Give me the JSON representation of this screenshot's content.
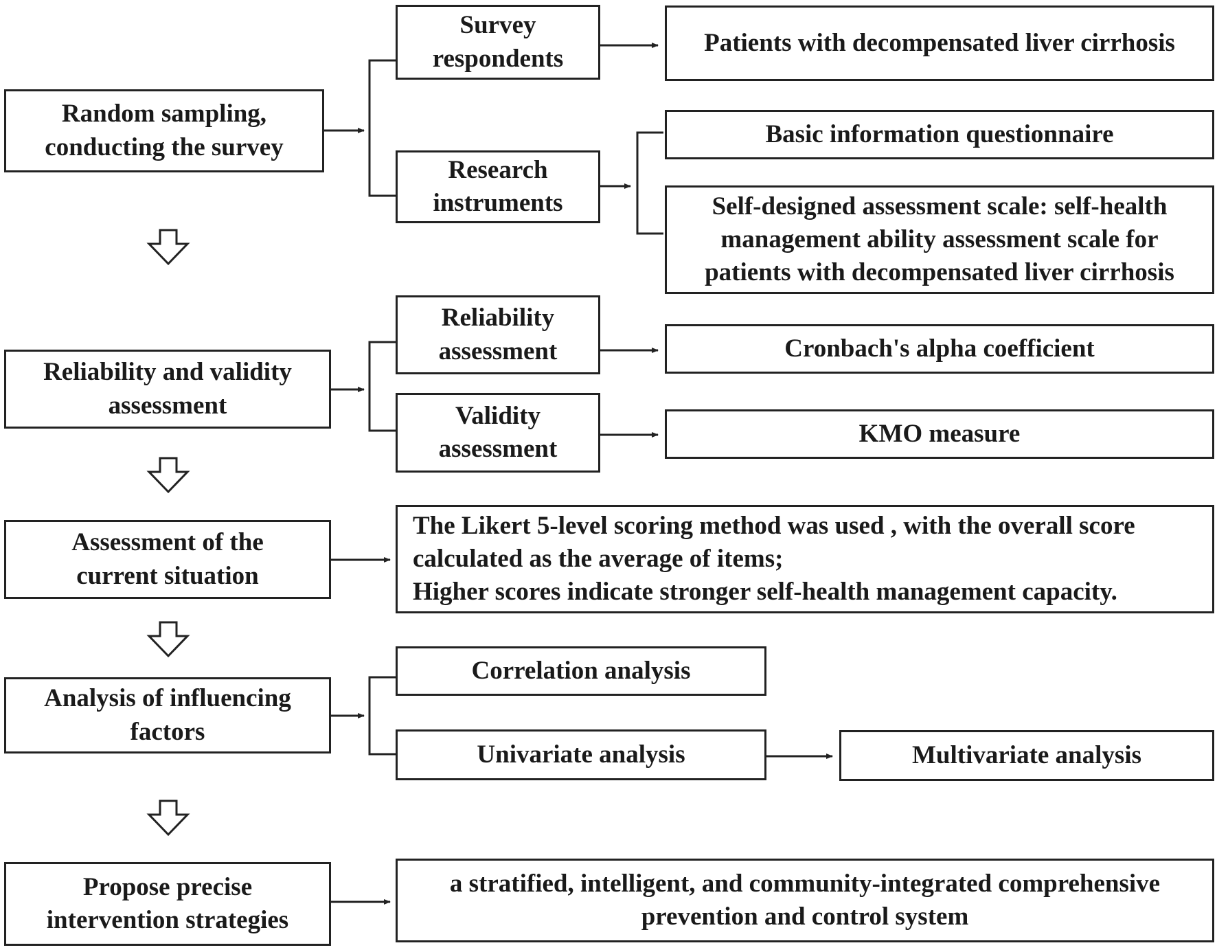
{
  "colors": {
    "line": "#222222",
    "text": "#1a1a1a",
    "background": "#ffffff"
  },
  "steps": {
    "s1": {
      "label": "Random sampling,\nconducting the survey"
    },
    "s2": {
      "label": "Reliability and validity\nassessment"
    },
    "s3": {
      "label": "Assessment of the\ncurrent situation"
    },
    "s4": {
      "label": "Analysis of influencing\nfactors"
    },
    "s5": {
      "label": "Propose precise\nintervention strategies"
    }
  },
  "sub": {
    "survey_respondents": "Survey\nrespondents",
    "research_instruments": "Research\ninstruments",
    "reliability_assessment": "Reliability\nassessment",
    "validity_assessment": "Validity\nassessment",
    "likert": "The Likert 5-level scoring method was used , with the overall score\ncalculated as the average of items;\nHigher scores indicate stronger self-health management capacity.",
    "correlation": "Correlation analysis",
    "univariate": "Univariate analysis",
    "strategy": "a stratified, intelligent, and community-integrated comprehensive\nprevention and control system"
  },
  "detail": {
    "patients": "Patients with decompensated liver cirrhosis",
    "basic_info": "Basic information questionnaire",
    "scale": "Self-designed assessment scale: self-health\nmanagement ability assessment scale for\npatients with decompensated liver cirrhosis",
    "cronbach": "Cronbach's alpha coefficient",
    "kmo": "KMO measure",
    "multivariate": "Multivariate analysis"
  }
}
